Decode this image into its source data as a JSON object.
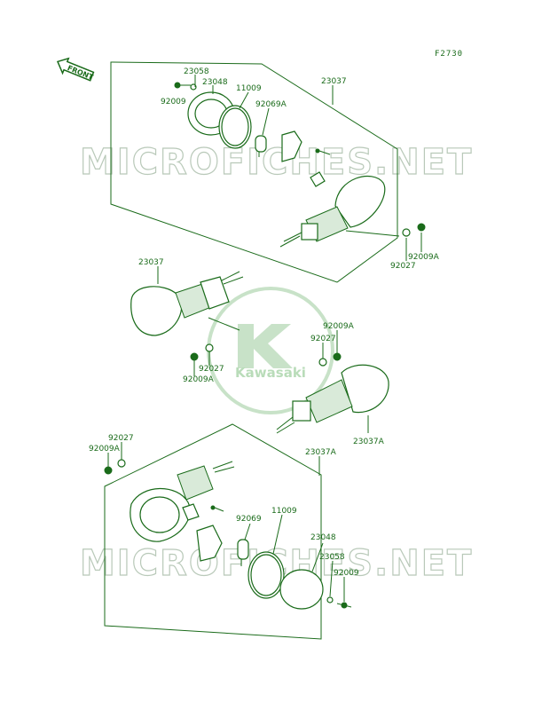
{
  "figure_code": "F2730",
  "front_label": "FRONT",
  "watermark_text": "MICROFICHES.NET",
  "logo_text": "Kawasaki",
  "labels": {
    "top_23058": "23058",
    "top_23048": "23048",
    "top_92009": "92009",
    "top_11009": "11009",
    "top_92069A": "92069A",
    "top_23037": "23037",
    "top_92027": "92027",
    "top_92009A": "92009A",
    "mid_23037": "23037",
    "mid_92027": "92027",
    "mid_92009A": "92009A",
    "mid_r_92009A": "92009A",
    "mid_r_92027": "92027",
    "mid_23037A": "23037A",
    "bot_92027": "92027",
    "bot_92009A": "92009A",
    "bot_23037A": "23037A",
    "bot_92069": "92069",
    "bot_11009": "11009",
    "bot_23048": "23048",
    "bot_23058": "23058",
    "bot_92009": "92009"
  },
  "colors": {
    "ink": "#1a6b1a",
    "watermark": "#b9c9b9",
    "logo": "#b9dcb9"
  }
}
